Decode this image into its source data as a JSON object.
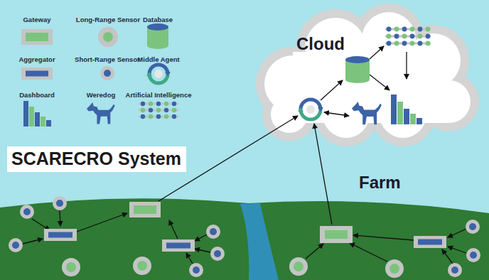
{
  "diagram": {
    "title": "SCARECRO System",
    "nodes": [
      {
        "text": [
          "Cloud"
        ]
      }
    ],
    "labels": [
      "Farm"
    ],
    "legend": [
      {
        "text": "Gateway"
      },
      {
        "text": "Long-Range Sensor"
      },
      {
        "text": "Database"
      },
      {
        "text": "Aggregator"
      },
      {
        "text": "Short-Range Sensor"
      },
      {
        "text": "Middle Agent"
      },
      {
        "text": "Dashboard"
      },
      {
        "text": "Weredog"
      },
      {
        "text": "Artificial Intelligence"
      }
    ]
  }
}
